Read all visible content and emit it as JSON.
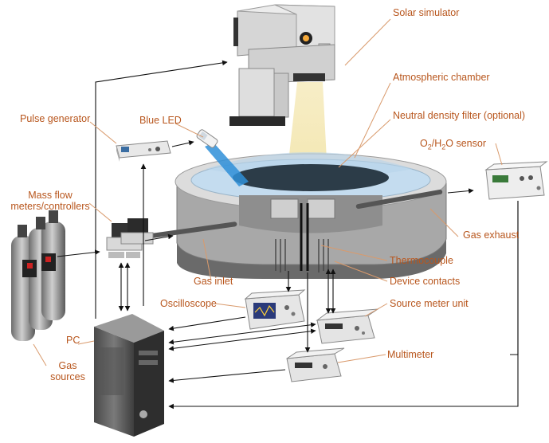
{
  "labels": {
    "solar_simulator": "Solar simulator",
    "atmospheric_chamber": "Atmospheric chamber",
    "neutral_density_filter": "Neutral density filter (optional)",
    "o2_h2o_sensor_o": "O",
    "o2_h2o_sensor_sub1": "2",
    "o2_h2o_sensor_mid": "/H",
    "o2_h2o_sensor_sub2": "2",
    "o2_h2o_sensor_end": "O sensor",
    "pulse_generator": "Pulse generator",
    "blue_led": "Blue LED",
    "mass_flow_line1": "Mass flow",
    "mass_flow_line2": "meters/controllers",
    "gas_exhaust": "Gas exhaust",
    "thermocouple": "Thermocouple",
    "gas_inlet": "Gas inlet",
    "device_contacts": "Device contacts",
    "oscilloscope": "Oscilloscope",
    "source_meter_unit": "Source meter unit",
    "pc": "PC",
    "multimeter": "Multimeter",
    "gas_sources_line1": "Gas",
    "gas_sources_line2": "sources"
  },
  "colors": {
    "label": "#b8561d",
    "callout_line": "#d99a6c",
    "arrow": "#111111",
    "chamber_body": "#9a9a9a",
    "beam": "#f3e7b0",
    "led_beam": "#2f8fd8"
  },
  "icons": {
    "solar_simulator": "solar-simulator-icon",
    "chamber": "atmospheric-chamber-icon",
    "sensor": "o2-h2o-sensor-icon",
    "pulse_generator": "pulse-generator-icon",
    "led": "blue-led-icon",
    "mfc": "mass-flow-controller-icon",
    "gas_cylinders": "gas-cylinder-icon",
    "pc": "pc-tower-icon",
    "oscilloscope": "oscilloscope-icon",
    "source_meter": "source-meter-icon",
    "multimeter": "multimeter-icon"
  }
}
